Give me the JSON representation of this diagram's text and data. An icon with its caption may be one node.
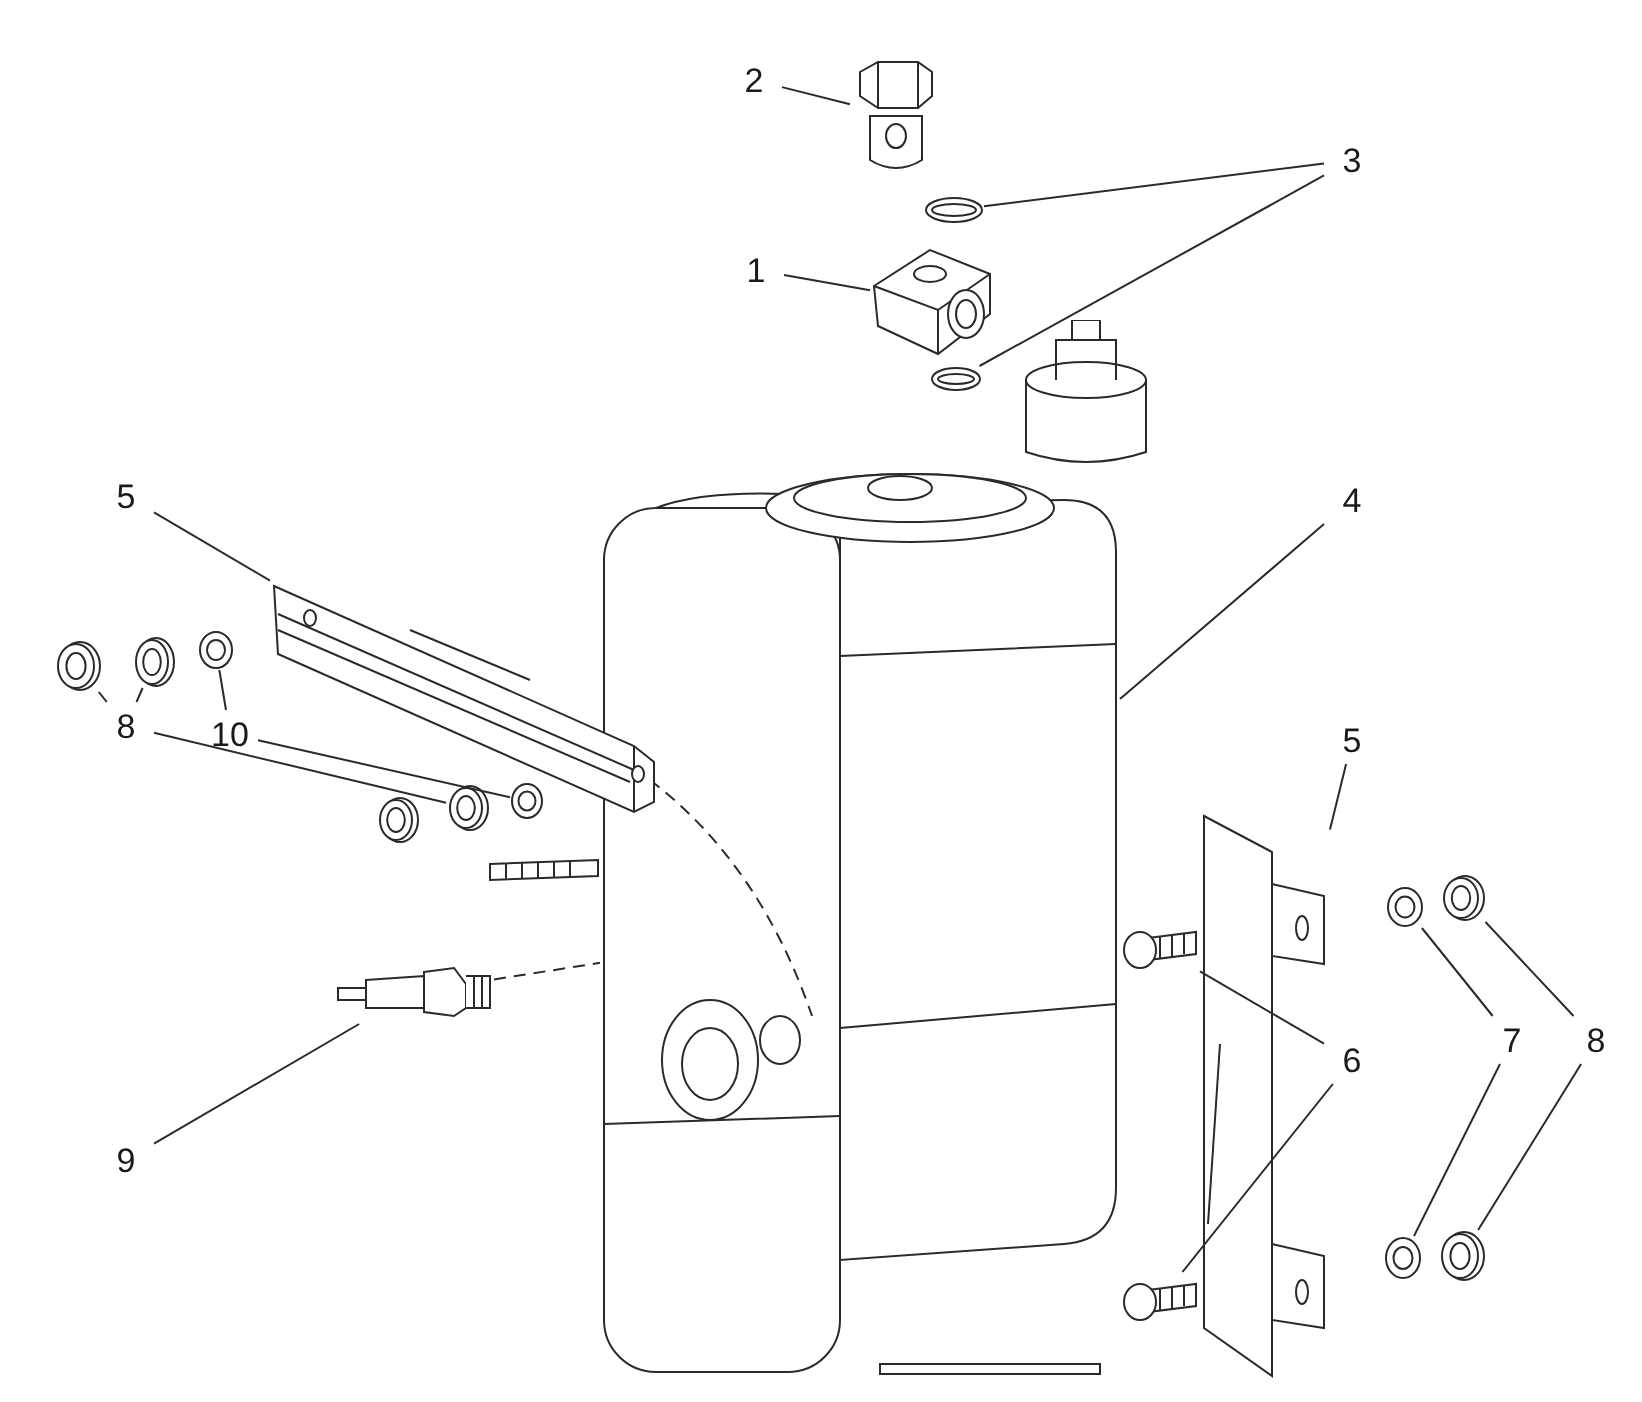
{
  "diagram": {
    "nodes": [
      {
        "text": [
          "2"
        ]
      },
      {
        "text": [
          "3"
        ]
      },
      {
        "text": [
          "1"
        ]
      },
      {
        "text": [
          "4"
        ]
      },
      {
        "text": [
          "5"
        ]
      },
      {
        "text": [
          "10"
        ]
      },
      {
        "text": [
          "8"
        ]
      },
      {
        "text": [
          "5"
        ]
      },
      {
        "text": [
          "6"
        ]
      },
      {
        "text": [
          "7"
        ]
      },
      {
        "text": [
          "8"
        ]
      },
      {
        "text": [
          "9"
        ]
      },
      {
        "text": [],
        "shape": "picture"
      },
      {
        "text": [],
        "shape": "picture"
      },
      {
        "text": [],
        "shape": "picture"
      },
      {
        "text": [],
        "shape": "picture"
      },
      {
        "text": [],
        "shape": "picture"
      },
      {
        "text": [],
        "shape": "picture"
      },
      {
        "text": [],
        "shape": "picture"
      },
      {
        "text": [],
        "shape": "picture"
      },
      {
        "text": [],
        "shape": "picture"
      },
      {
        "text": [],
        "shape": "picture"
      },
      {
        "text": [],
        "shape": "picture"
      },
      {
        "text": [],
        "shape": "picture"
      },
      {
        "text": [],
        "shape": "picture"
      },
      {
        "text": [],
        "shape": "picture"
      },
      {
        "text": [],
        "shape": "picture"
      },
      {
        "text": [],
        "shape": "picture"
      },
      {
        "text": [],
        "shape": "picture"
      },
      {
        "text": [],
        "shape": "picture"
      },
      {
        "text": [],
        "shape": "picture"
      },
      {
        "text": [],
        "shape": "picture"
      }
    ],
    "edges": [
      {
        "from": 0,
        "to": 12,
        "arrow": "none"
      },
      {
        "from": 1,
        "to": 13,
        "arrow": "none"
      },
      {
        "from": 1,
        "to": 15,
        "arrow": "none"
      },
      {
        "from": 2,
        "to": 14,
        "arrow": "none"
      },
      {
        "from": 3,
        "to": 16,
        "arrow": "none"
      },
      {
        "from": 4,
        "to": 17,
        "arrow": "none"
      },
      {
        "from": 5,
        "to": 20,
        "arrow": "none"
      },
      {
        "from": 5,
        "to": 23,
        "arrow": "none"
      },
      {
        "from": 6,
        "to": 18,
        "arrow": "none"
      },
      {
        "from": 6,
        "to": 19,
        "arrow": "none"
      },
      {
        "from": 6,
        "to": 22,
        "arrow": "none"
      },
      {
        "from": 7,
        "to": 25,
        "arrow": "none"
      },
      {
        "from": 8,
        "to": 26,
        "arrow": "none"
      },
      {
        "from": 8,
        "to": 27,
        "arrow": "none"
      },
      {
        "from": 9,
        "to": 28,
        "arrow": "none"
      },
      {
        "from": 9,
        "to": 30,
        "arrow": "none"
      },
      {
        "from": 10,
        "to": 29,
        "arrow": "none"
      },
      {
        "from": 10,
        "to": 31,
        "arrow": "none"
      },
      {
        "from": 11,
        "to": 24,
        "arrow": "none"
      },
      {
        "from": 24,
        "to": 16,
        "arrow": "none",
        "style": "dashed"
      }
    ]
  }
}
